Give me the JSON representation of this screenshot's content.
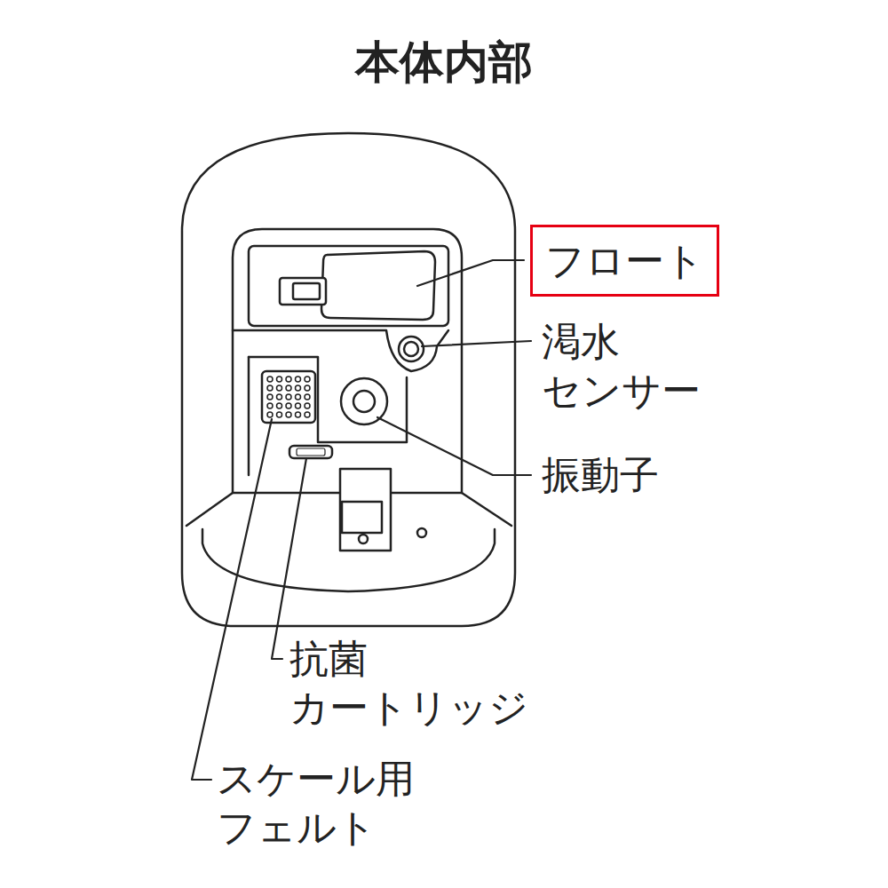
{
  "diagram": {
    "title": "本体内部",
    "nodes": [
      {
        "text": [
          "フロート"
        ]
      }
    ],
    "edges": [],
    "labels": [
      "渇水 センサー",
      "振動子",
      "抗菌 カートリッジ",
      "スケール用 フェルト"
    ]
  }
}
